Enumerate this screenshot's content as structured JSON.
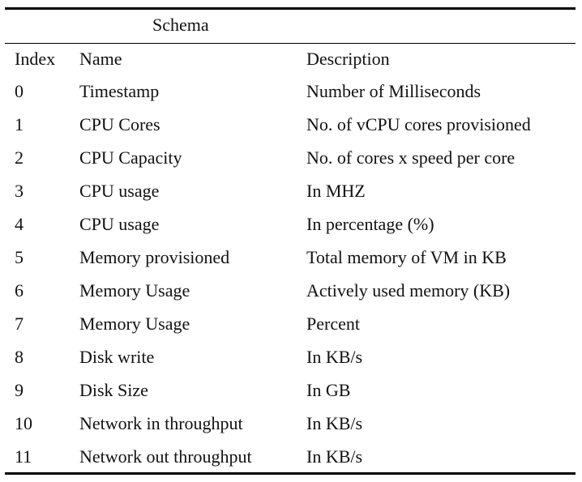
{
  "table": {
    "caption": "Schema",
    "headers": {
      "index": "Index",
      "name": "Name",
      "description": "Description"
    },
    "rows": [
      {
        "index": "0",
        "name": "Timestamp",
        "description": "Number of Milliseconds"
      },
      {
        "index": "1",
        "name": "CPU Cores",
        "description": "No. of vCPU cores provisioned"
      },
      {
        "index": "2",
        "name": "CPU Capacity",
        "description": "No. of cores x speed per core"
      },
      {
        "index": "3",
        "name": "CPU usage",
        "description": "In MHZ"
      },
      {
        "index": "4",
        "name": "CPU usage",
        "description": "In percentage (%)"
      },
      {
        "index": "5",
        "name": "Memory provisioned",
        "description": "Total memory of VM in KB"
      },
      {
        "index": "6",
        "name": "Memory Usage",
        "description": "Actively used memory (KB)"
      },
      {
        "index": "7",
        "name": "Memory Usage",
        "description": "Percent"
      },
      {
        "index": "8",
        "name": "Disk write",
        "description": "In KB/s"
      },
      {
        "index": "9",
        "name": "Disk Size",
        "description": "In GB"
      },
      {
        "index": "10",
        "name": "Network in throughput",
        "description": "In KB/s"
      },
      {
        "index": "11",
        "name": "Network out throughput",
        "description": "In KB/s"
      }
    ]
  }
}
